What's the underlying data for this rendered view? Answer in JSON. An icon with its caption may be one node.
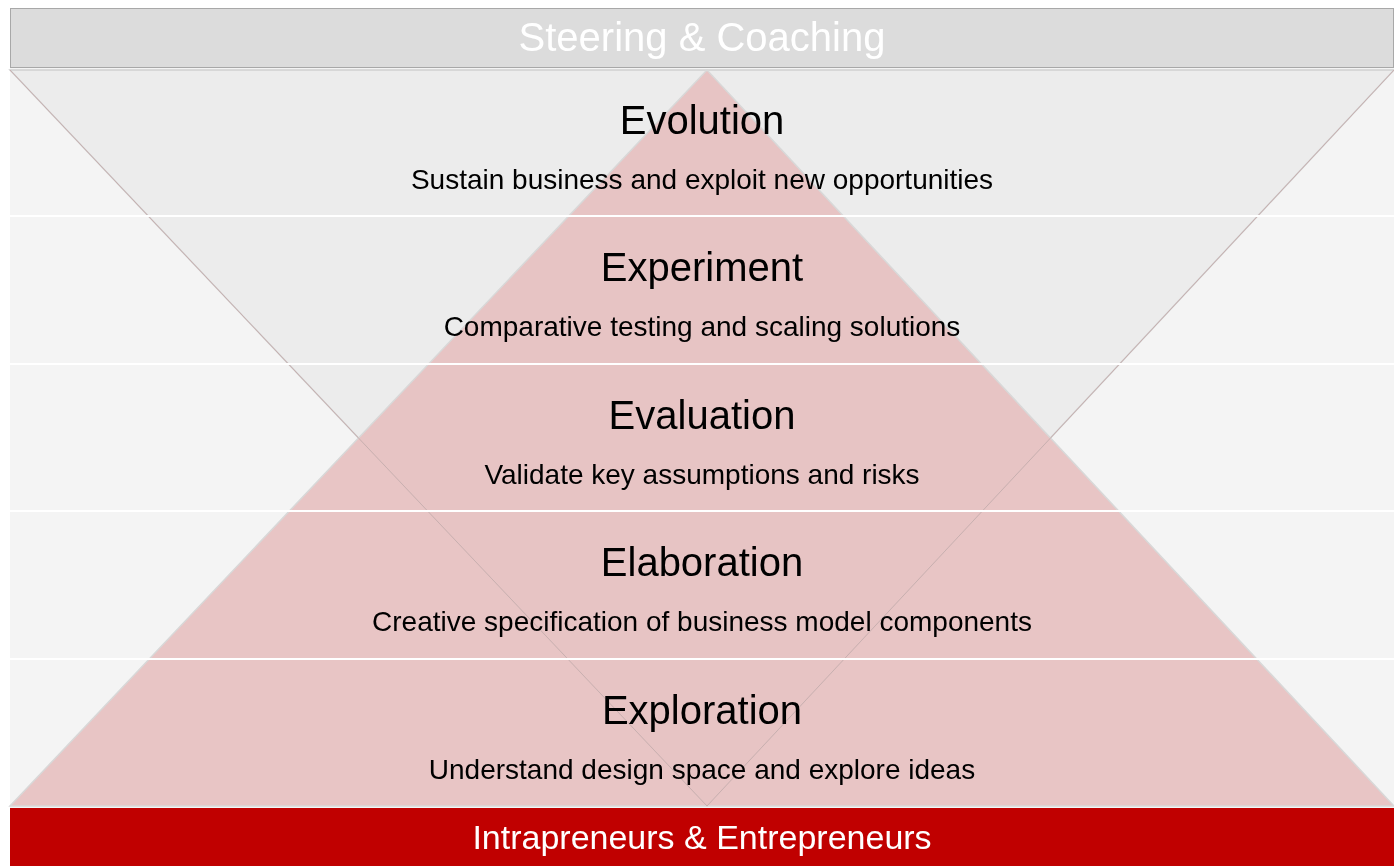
{
  "diagram": {
    "nodes": [
      {
        "text": [
          "Steering & Coaching"
        ]
      },
      {
        "text": [
          "Evolution",
          "Sustain business and exploit new opportunities"
        ]
      },
      {
        "text": [
          "Experiment",
          "Comparative testing and scaling solutions"
        ]
      },
      {
        "text": [
          "Evaluation",
          "Validate key assumptions and risks"
        ]
      },
      {
        "text": [
          "Elaboration",
          "Creative specification of business model components"
        ]
      },
      {
        "text": [
          "Exploration",
          "Understand design space  and explore ideas"
        ]
      },
      {
        "text": [
          "Intrapreneurs & Entrepreneurs"
        ]
      }
    ],
    "edges": []
  }
}
